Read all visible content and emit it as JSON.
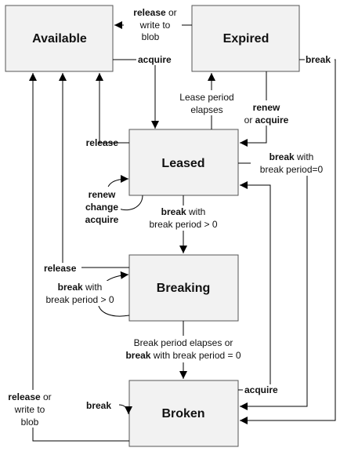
{
  "states": {
    "available": "Available",
    "expired": "Expired",
    "leased": "Leased",
    "breaking": "Breaking",
    "broken": "Broken"
  },
  "transitions": {
    "expired_to_available": {
      "bold": "release",
      "plain": " or",
      "line2": "write to",
      "line3": "blob"
    },
    "available_to_leased": {
      "bold": "acquire"
    },
    "leased_to_expired": {
      "line1": "Lease period",
      "line2": "elapses"
    },
    "expired_to_leased": {
      "bold1": "renew",
      "plain": "or ",
      "bold2": "acquire"
    },
    "expired_to_broken": {
      "bold": "break"
    },
    "leased_to_available": {
      "bold": "release"
    },
    "leased_to_broken": {
      "bold": "break",
      "plain": " with",
      "line2": "break period=0"
    },
    "leased_self": {
      "line1": "renew",
      "line2": "change",
      "line3": "acquire"
    },
    "leased_to_breaking": {
      "bold": "break",
      "plain": " with",
      "line2": "break period > 0"
    },
    "breaking_to_available": {
      "bold": "release"
    },
    "breaking_self": {
      "bold": "break",
      "plain": " with",
      "line2": "break period > 0"
    },
    "breaking_to_broken": {
      "line1": "Break period elapses or",
      "bold": "break",
      "plain": " with break period = 0"
    },
    "broken_to_available": {
      "bold": "release",
      "plain": " or",
      "line2": "write to",
      "line3": "blob"
    },
    "broken_to_leased": {
      "bold": "acquire"
    },
    "broken_self": {
      "bold": "break"
    }
  },
  "colors": {
    "box_fill": "#f2f2f2",
    "box_stroke": "#555555",
    "line": "#000000"
  }
}
